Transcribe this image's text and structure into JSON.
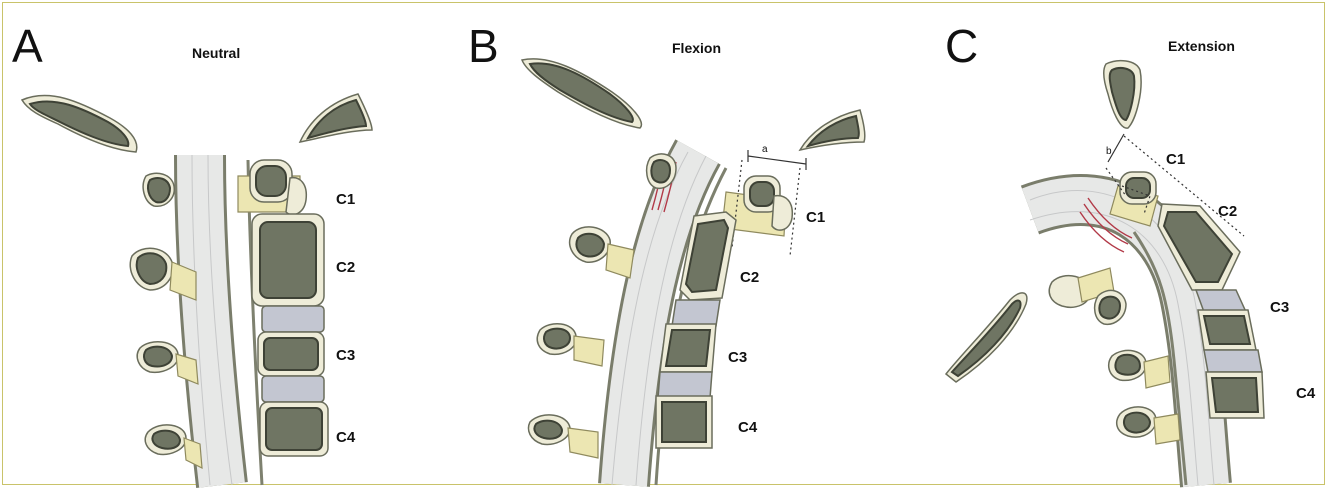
{
  "panels": [
    {
      "letter": "A",
      "title": "Neutral",
      "labels": [
        "C1",
        "C2",
        "C3",
        "C4"
      ]
    },
    {
      "letter": "B",
      "title": "Flexion",
      "labels": [
        "C1",
        "C2",
        "C3",
        "C4"
      ],
      "marker": "a"
    },
    {
      "letter": "C",
      "title": "Extension",
      "labels": [
        "C1",
        "C2",
        "C3",
        "C4"
      ],
      "marker": "b"
    }
  ],
  "colors": {
    "frame_border": "#c9c36a",
    "bone": "#6f7563",
    "bone_rim": "#eeecd8",
    "disc": "#c3c6d1",
    "ligament": "#b23a48",
    "cord": "#e7e8e7"
  }
}
